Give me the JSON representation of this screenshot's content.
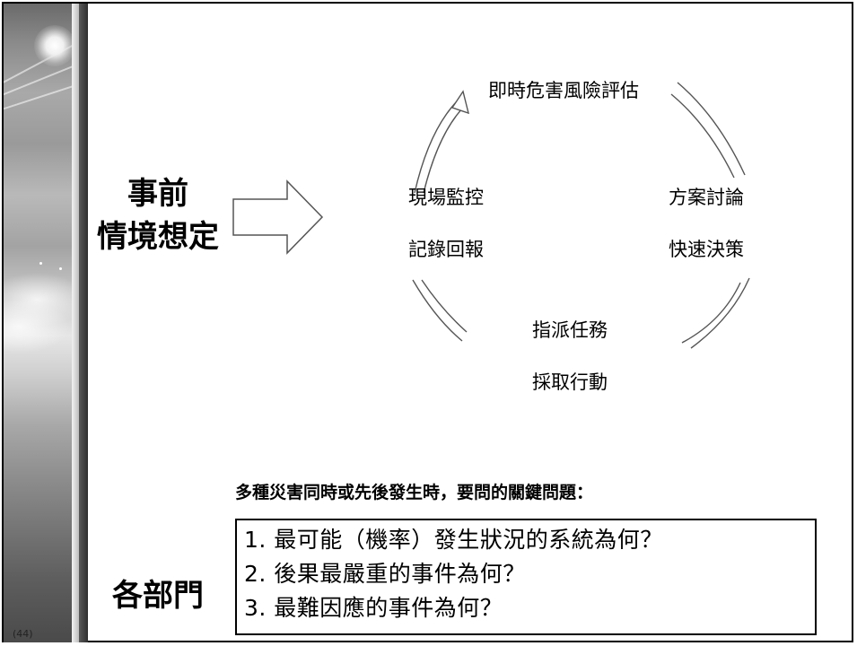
{
  "page_number": "44",
  "left_titles": {
    "pre_event": [
      "事前",
      "情境想定"
    ],
    "departments": "各部門"
  },
  "cycle": {
    "top": [
      "即時危害風險評估"
    ],
    "left": [
      "現場監控",
      "記錄回報"
    ],
    "right": [
      "方案討論",
      "快速決策"
    ],
    "bottom": [
      "指派任務",
      "採取行動"
    ]
  },
  "question_heading": "多種災害同時或先後發生時，要問的關鍵問題：",
  "questions": [
    "1. 最可能（機率）發生狀況的系統為何？",
    "2. 後果最嚴重的事件為何？",
    "3. 最難因應的事件為何？"
  ]
}
